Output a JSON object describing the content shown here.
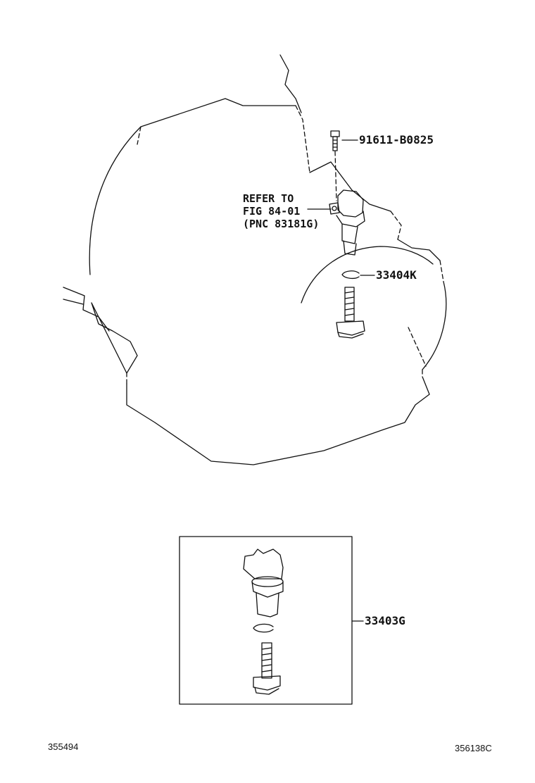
{
  "parts": {
    "bolt": "91611-B0825",
    "o_ring": "33404K",
    "sensor_assembly": "33403G"
  },
  "reference": {
    "line1": "REFER TO",
    "line2": "FIG 84-01",
    "line3": "(PNC 83181G)"
  },
  "footer": {
    "left_code": "355494",
    "right_code": "356138C"
  },
  "colors": {
    "ink": "#111111",
    "background": "#ffffff"
  }
}
